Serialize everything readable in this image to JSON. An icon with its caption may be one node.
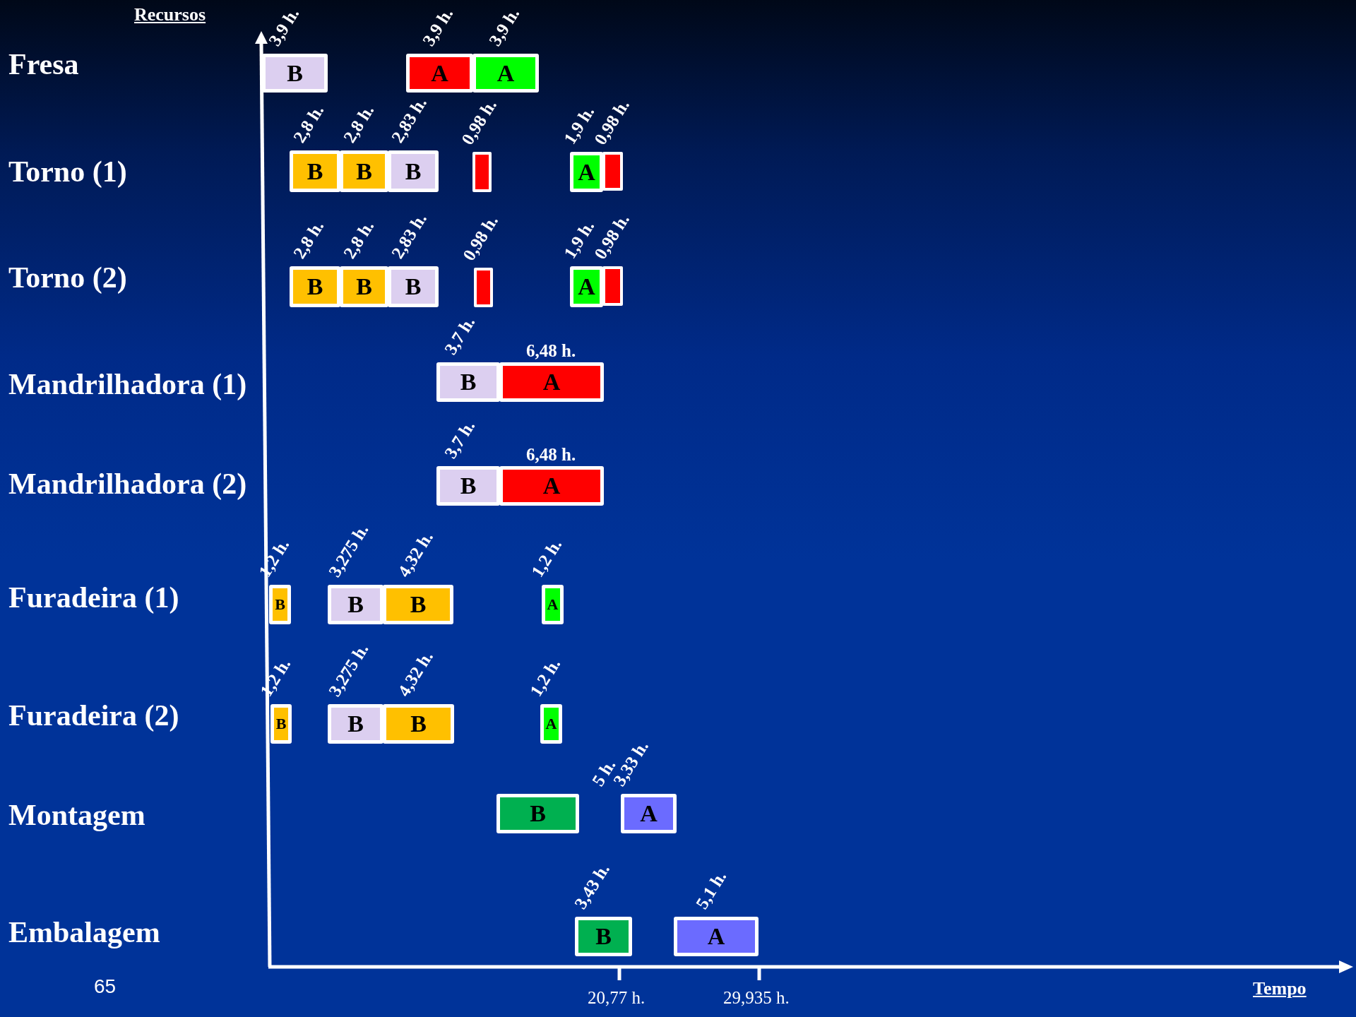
{
  "diagram": {
    "nodes": [
      {
        "text": [
          "B"
        ],
        "beside": [
          "3,9 h."
        ]
      },
      {
        "text": [
          "A"
        ],
        "beside": [
          "3,9 h."
        ]
      },
      {
        "text": [
          "A"
        ],
        "beside": [
          "3,9 h."
        ]
      },
      {
        "text": [
          "B"
        ],
        "beside": [
          "2,8 h."
        ]
      },
      {
        "text": [
          "B"
        ],
        "beside": [
          "2,8 h."
        ]
      },
      {
        "text": [
          "B"
        ],
        "beside": [
          "2,83 h."
        ]
      },
      {
        "text": [],
        "shape": "bar",
        "beside": [
          "0,98 h."
        ]
      },
      {
        "text": [
          "A"
        ],
        "beside": [
          "1,9 h."
        ]
      },
      {
        "text": [],
        "shape": "bar",
        "beside": [
          "0,98 h."
        ]
      },
      {
        "text": [
          "B"
        ],
        "beside": [
          "2,8 h."
        ]
      },
      {
        "text": [
          "B"
        ],
        "beside": [
          "2,8 h."
        ]
      },
      {
        "text": [
          "B"
        ],
        "beside": [
          "2,83 h."
        ]
      },
      {
        "text": [],
        "shape": "bar",
        "beside": [
          "0,98 h."
        ]
      },
      {
        "text": [
          "A"
        ],
        "beside": [
          "1,9 h."
        ]
      },
      {
        "text": [],
        "shape": "bar",
        "beside": [
          "0,98 h."
        ]
      },
      {
        "text": [
          "B"
        ],
        "beside": [
          "3,7 h."
        ]
      },
      {
        "text": [
          "A"
        ],
        "beside": [
          "6,48 h."
        ]
      },
      {
        "text": [
          "B"
        ],
        "beside": [
          "3,7 h."
        ]
      },
      {
        "text": [
          "A"
        ],
        "beside": [
          "6,48 h."
        ]
      },
      {
        "text": [
          "B"
        ],
        "beside": [
          "1,2 h."
        ]
      },
      {
        "text": [
          "B"
        ],
        "beside": [
          "3,275 h."
        ]
      },
      {
        "text": [
          "B"
        ],
        "beside": [
          "4,32 h."
        ]
      },
      {
        "text": [
          "A"
        ],
        "beside": [
          "1,2 h."
        ]
      },
      {
        "text": [
          "B"
        ],
        "beside": [
          "1,2 h."
        ]
      },
      {
        "text": [
          "B"
        ],
        "beside": [
          "3,275 h."
        ]
      },
      {
        "text": [
          "B"
        ],
        "beside": [
          "4,32 h."
        ]
      },
      {
        "text": [
          "A"
        ],
        "beside": [
          "1,2 h."
        ]
      },
      {
        "text": [
          "B"
        ],
        "beside": [
          "5 h."
        ]
      },
      {
        "text": [
          "A"
        ],
        "beside": [
          "3,33 h."
        ]
      },
      {
        "text": [
          "B"
        ],
        "beside": [
          "3,43 h."
        ]
      },
      {
        "text": [
          "A"
        ],
        "beside": [
          "5,1 h."
        ]
      }
    ],
    "edges": [],
    "labels": [
      "Recursos",
      "Fresa",
      "Torno (1)",
      "Torno (2)",
      "Mandrilhadora (1)",
      "Mandrilhadora (2)",
      "Furadeira (1)",
      "Furadeira (2)",
      "Montagem",
      "Embalagem",
      "65",
      "20,77 h.",
      "29,935 h.",
      "Tempo"
    ]
  }
}
